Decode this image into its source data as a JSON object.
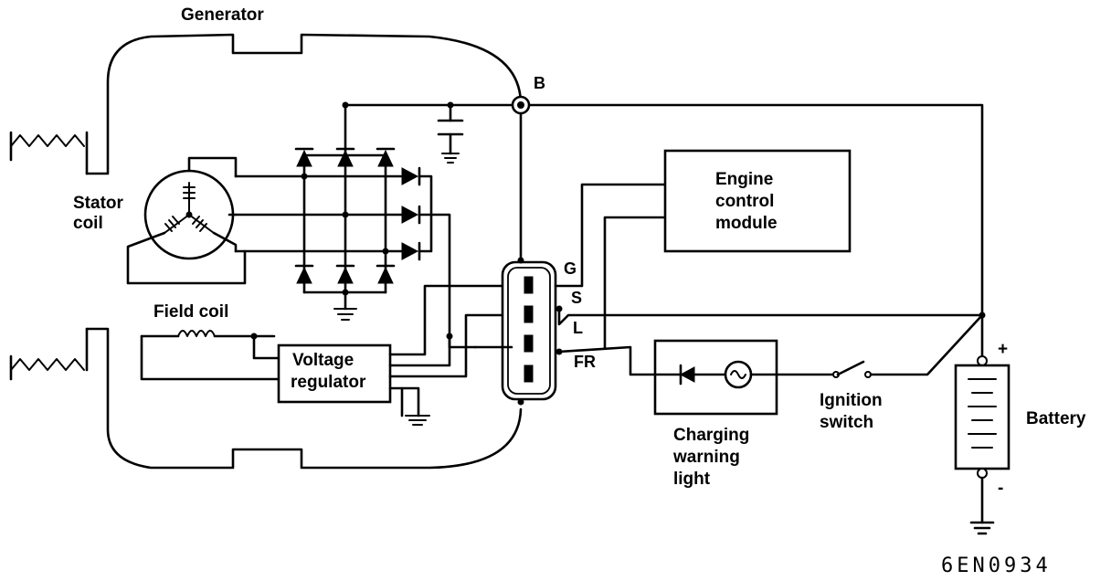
{
  "labels": {
    "generator": "Generator",
    "stator_coil": [
      "Stator",
      "coil"
    ],
    "field_coil": "Field coil",
    "voltage_regulator": [
      "Voltage",
      "regulator"
    ],
    "engine_control_module": [
      "Engine",
      "control",
      "module"
    ],
    "charging_warning_light": [
      "Charging",
      "warning",
      "light"
    ],
    "ignition_switch": [
      "Ignition",
      "switch"
    ],
    "battery": "Battery",
    "battery_positive": "+",
    "battery_negative": "-"
  },
  "terminals": {
    "b": "B",
    "g": "G",
    "s": "S",
    "l": "L",
    "fr": "FR"
  },
  "figure_code": "6EN0934"
}
